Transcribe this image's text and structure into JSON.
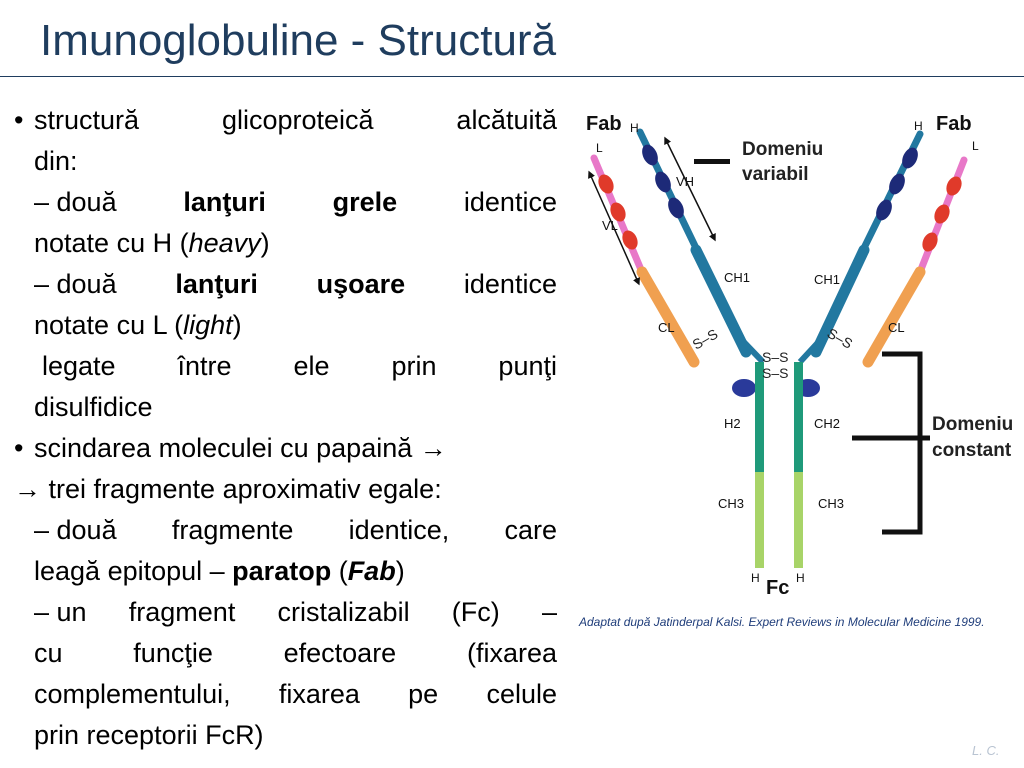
{
  "slide": {
    "title": "Imunoglobuline - Structură",
    "caption": "Adaptat după Jatinderpal Kalsi. Expert Reviews in Molecular Medicine 1999.",
    "footer": "L. C."
  },
  "bullets": {
    "b1": {
      "bullet": "•",
      "l1": [
        "structură",
        "glicoproteică",
        "alcătuită"
      ],
      "l2": "din:",
      "l3": [
        "– două",
        "lanţuri",
        "grele",
        "identice"
      ],
      "l4a": "notate cu H (",
      "l4b": "heavy",
      "l4c": ")",
      "l5": [
        "– două",
        "lanţuri",
        "uşoare",
        "identice"
      ],
      "l6a": "notate cu L (",
      "l6b": "light",
      "l6c": ")",
      "l7": [
        "legate",
        "între",
        "ele",
        "prin",
        "punţi"
      ],
      "l8": "disulfidice"
    },
    "b2": {
      "bullet": "•",
      "l1": "scindarea moleculei cu papaină →",
      "l2": "→ trei fragmente aproximativ egale:",
      "l3": [
        "– două",
        "fragmente",
        "identice,",
        "care"
      ],
      "l4a": "leagă epitopul – ",
      "l4b": "paratop",
      "l4c": " (",
      "l4d": "Fab",
      "l4e": ")",
      "l5": [
        "– un",
        "fragment",
        "cristalizabil",
        "(Fc)",
        "–"
      ],
      "l6": [
        "cu",
        "funcţie",
        "efectoare",
        "(fixarea"
      ],
      "l7": [
        "complementului,",
        "fixarea",
        "pe",
        "celule"
      ],
      "l8": "prin receptorii FcR)"
    }
  },
  "diagram": {
    "fab_left": "Fab",
    "fab_right": "Fab",
    "h_top_left": "H",
    "l_top_left": "L",
    "h_top_right": "H",
    "l_top_right": "L",
    "vh": "VH",
    "vl": "VL",
    "ch1_left": "CH1",
    "ch1_right": "CH1",
    "cl_left": "CL",
    "cl_right": "CL",
    "ch2_left": "H2",
    "ch2_right": "CH2",
    "ch3_left": "CH3",
    "ch3_right": "CH3",
    "ss": "S–S",
    "ss_left": "S–S",
    "ss_right": "S–S",
    "h_bottom_left": "H",
    "h_bottom_right": "H",
    "fc": "Fc",
    "domeniu_variabil_1": "Domeniu",
    "domeniu_variabil_2": "variabil",
    "domeniu_constant_1": "Domeniu",
    "domeniu_constant_2": "constant",
    "colors": {
      "heavy_chain": "#2278a0",
      "heavy_dark": "#1d2a78",
      "light_chain": "#f0a050",
      "light_red": "#e03a2a",
      "light_pink": "#e878c8",
      "stem": "#1f9a7a",
      "fc_light": "#a8d468",
      "hinge_blob": "#2a3a9a"
    }
  }
}
